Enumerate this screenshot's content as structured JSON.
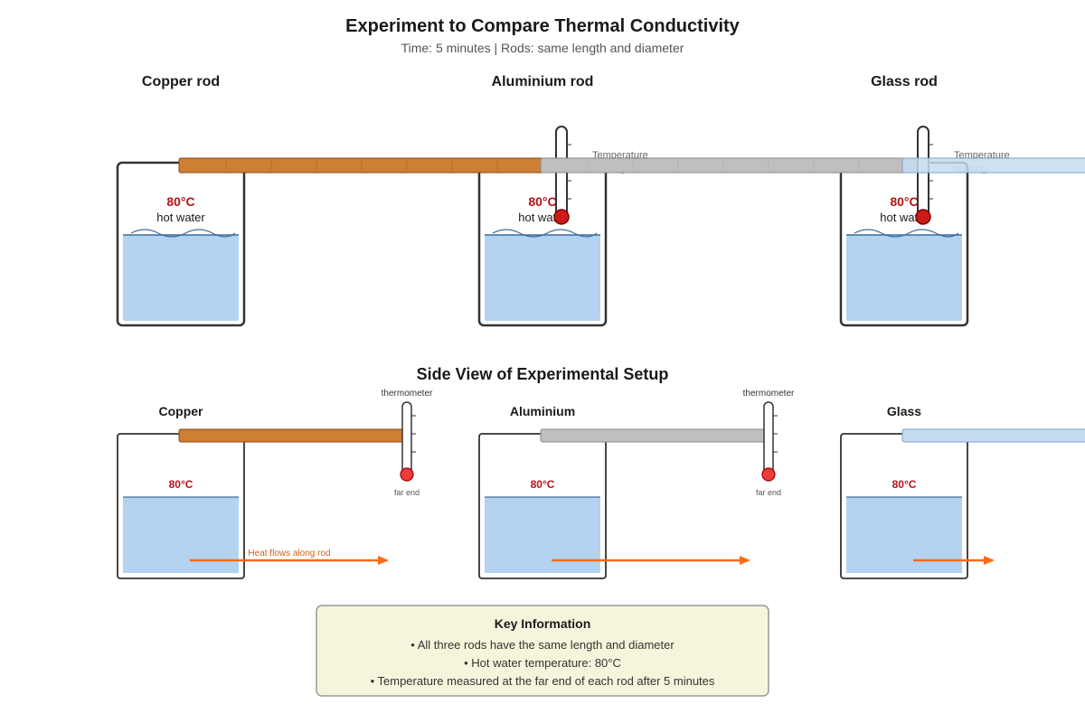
{
  "title": "Experiment to Compare Thermal Conductivity",
  "subtitle": "Time: 5 minutes | Rods: same length and diameter",
  "top_view": {
    "rods": [
      {
        "label": "Copper rod",
        "temp": "80°C",
        "water": "hot water",
        "color": "#cd7f32"
      },
      {
        "label": "Aluminium rod",
        "temp": "80°C",
        "water": "hot water",
        "color": "#bfbfbf",
        "reading": "Temperature reading"
      },
      {
        "label": "Glass rod",
        "temp": "80°C",
        "water": "hot water",
        "color": "#c6dcf0",
        "reading": "Temperature reading"
      }
    ]
  },
  "side_view": {
    "title": "Side View of Experimental Setup",
    "rods": [
      {
        "label": "Copper",
        "label_color": "#8b4513",
        "temp": "80°C",
        "thermometer": "thermometer",
        "far_end": "far end",
        "heat_label": "Heat flows along rod"
      },
      {
        "label": "Aluminium",
        "label_color": "#666666",
        "temp": "80°C",
        "thermometer": "thermometer",
        "far_end": "far end"
      },
      {
        "label": "Glass",
        "label_color": "#4a7fb0",
        "temp": "80°C"
      }
    ]
  },
  "key_info": {
    "title": "Key Information",
    "items": [
      "• All three rods have the same length and diameter",
      "• Hot water temperature: 80°C",
      "• Temperature measured at the far end of each rod after 5 minutes"
    ]
  },
  "colors": {
    "water": "#b3d3f0",
    "arrow": "#ff6a13",
    "temperature": "#b3141a",
    "key_box": "#f5f5dc"
  }
}
